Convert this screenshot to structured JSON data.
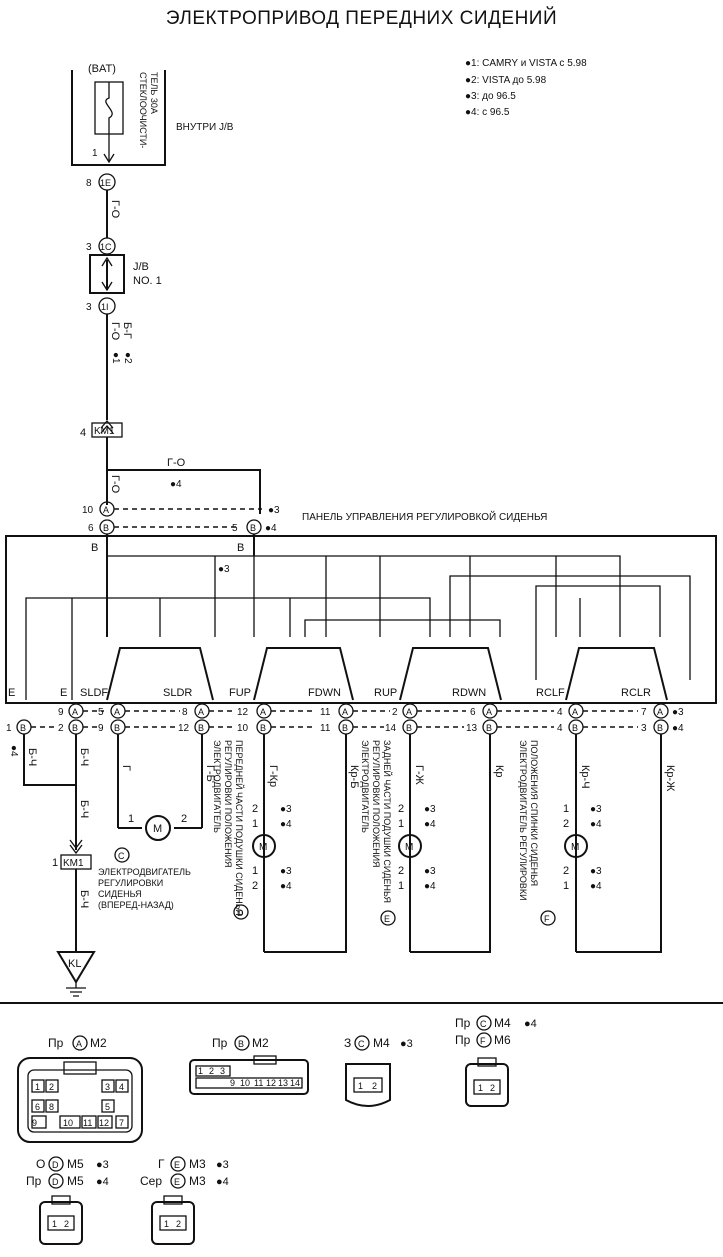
{
  "title": "ЭЛЕКТРОПРИВОД ПЕРЕДНИХ СИДЕНИЙ",
  "notes": [
    "●1: CAMRY и VISTA с 5.98",
    "●2: VISTA до 5.98",
    "●3: до 96.5",
    "●4: с 96.5"
  ],
  "power": {
    "bat": "(BAT)",
    "fuse_label_1": "СТЕКЛООЧИСТИ-",
    "fuse_label_2": "ТЕЛЬ 30А",
    "inside_jb": "ВНУТРИ J/B",
    "pin_1": "1",
    "c1_pin": "8",
    "c1_id": "1E",
    "wire1": "Г-О",
    "c2_pin": "3",
    "c2_id": "1C",
    "jb1": "J/B",
    "jb2": "NO. 1",
    "c3_pin": "3",
    "c3_id": "1I",
    "wire2a": "Г-О",
    "wire2b": "Б-Г",
    "note_a": "●1",
    "note_b": "●2",
    "km1_pin": "4",
    "km1": "KM1",
    "wire3": "Г-О",
    "note4": "●4",
    "wire4": "Г-О"
  },
  "panel": {
    "label": "ПАНЕЛЬ УПРАВЛЕНИЯ РЕГУЛИРОВКОЙ СИДЕНЬЯ",
    "top_a_pin": "10",
    "top_b_pin": "6",
    "top_b2_pin": "5",
    "note3": "●3",
    "note4": "●4",
    "inner_note3": "●3",
    "b_left": "B",
    "b_right": "B",
    "A": "A",
    "B": "B"
  },
  "terminals": [
    "E",
    "E",
    "SLDF",
    "SLDR",
    "FUP",
    "FDWN",
    "RUP",
    "RDWN",
    "RCLF",
    "RCLR"
  ],
  "pins_row_a": [
    "9",
    "5",
    "8",
    "12",
    "11",
    "2",
    "6",
    "4",
    "7"
  ],
  "pins_row_b": [
    "1",
    "2",
    "9",
    "12",
    "10",
    "11",
    "14",
    "13",
    "4",
    "3"
  ],
  "row_notes": {
    "a": "●3",
    "b": "●4"
  },
  "wires": {
    "ground1": "Б-Ч",
    "ground2": "Б-Ч",
    "ground3": "Б-Ч",
    "ground4": "Б-Ч",
    "g": "Г",
    "gb": "Г-Б",
    "gkr": "Г-Кр",
    "krb": "Кр-Б",
    "gzh": "Г-Ж",
    "kr": "Кр",
    "krch": "Кр-Ч",
    "krzh": "Кр-Ж",
    "left_note": "●4"
  },
  "motors": {
    "c_label_1": "ЭЛЕКТРОДВИГАТЕЛЬ",
    "c_label_2": "РЕГУЛИРОВКИ",
    "c_label_3": "СИДЕНЬЯ",
    "c_label_4": "(ВПЕРЕД-НАЗАД)",
    "c_id": "C",
    "c_pin1": "1",
    "c_pin2": "2",
    "d_label_1": "ЭЛЕКТРОДВИГАТЕЛЬ",
    "d_label_2": "РЕГУЛИРОВКИ ПОЛОЖЕНИЯ",
    "d_label_3": "ПЕРЕДНЕЙ ЧАСТИ ПОДУШКИ СИДЕНЬЯ",
    "d_id": "D",
    "e_label_1": "ЭЛЕКТРОДВИГАТЕЛЬ",
    "e_label_2": "РЕГУЛИРОВКИ ПОЛОЖЕНИЯ",
    "e_label_3": "ЗАДНЕЙ ЧАСТИ ПОДУШКИ СИДЕНЬЯ",
    "e_id": "E",
    "f_label_1": "ЭЛЕКТРОДВИГАТЕЛЬ РЕГУЛИРОВКИ",
    "f_label_2": "ПОЛОЖЕНИЯ СПИНКИ СИДЕНЬЯ",
    "f_id": "F",
    "pin_2": "2",
    "pin_1": "1",
    "n3": "●3",
    "n4": "●4"
  },
  "ground": {
    "km1_pin": "1",
    "km1": "KM1",
    "kl": "KL"
  },
  "connectors": {
    "a": {
      "pre": "Пр",
      "id": "A",
      "code": "M2"
    },
    "b": {
      "pre": "Пр",
      "id": "B",
      "code": "M2"
    },
    "c": {
      "pre": "З",
      "id": "C",
      "code": "M4",
      "note": "●3"
    },
    "cf1": {
      "pre": "Пр",
      "id": "C",
      "code": "M4",
      "note": "●4"
    },
    "cf2": {
      "pre": "Пр",
      "id": "F",
      "code": "M6"
    },
    "d1": {
      "pre": "О",
      "id": "D",
      "code": "M5",
      "note": "●3"
    },
    "d2": {
      "pre": "Пр",
      "id": "D",
      "code": "M5",
      "note": "●4"
    },
    "e1": {
      "pre": "Г",
      "id": "E",
      "code": "M3",
      "note": "●3"
    },
    "e2": {
      "pre": "Сер",
      "id": "E",
      "code": "M3",
      "note": "●4"
    },
    "a_pins": [
      "1",
      "2",
      "3",
      "4",
      "5",
      "6",
      "8",
      "9",
      "10",
      "11",
      "12",
      "7"
    ],
    "b_pins": [
      "1",
      "2",
      "3",
      "9",
      "10",
      "11",
      "12",
      "13",
      "14"
    ],
    "two_pins": [
      "1",
      "2"
    ]
  }
}
